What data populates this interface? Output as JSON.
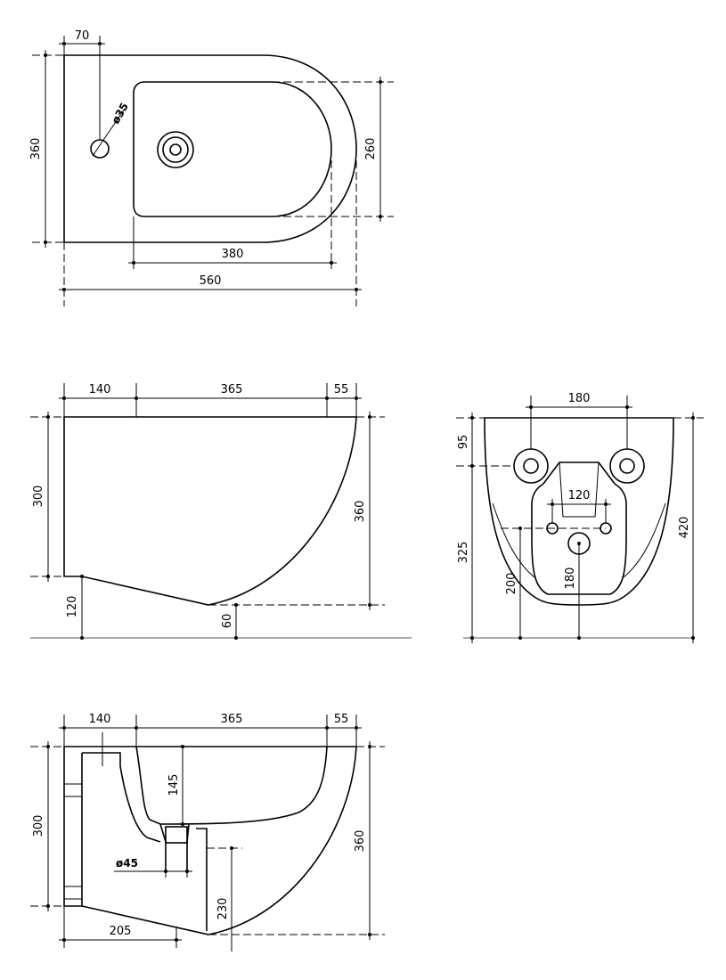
{
  "top_view": {
    "hole_offset": "70",
    "hole_diameter": "ø35",
    "width": "360",
    "bowl_width": "260",
    "bowl_length": "380",
    "length": "560"
  },
  "side_view": {
    "seg_rear": "140",
    "seg_mid": "365",
    "seg_front": "55",
    "rear_height": "300",
    "total_height": "360",
    "floor_rear": "120",
    "floor_front": "60"
  },
  "rear_view": {
    "bolt_spacing": "180",
    "top_offset": "95",
    "inner_spacing": "120",
    "height_left": "325",
    "total_height": "420",
    "inlet_height": "200",
    "outlet_height": "180"
  },
  "section_view": {
    "seg_rear": "140",
    "seg_mid": "365",
    "seg_front": "55",
    "rear_height": "300",
    "total_height": "360",
    "drain_depth": "145",
    "drain_diameter": "ø45",
    "drain_height": "230",
    "drain_offset": "205"
  }
}
